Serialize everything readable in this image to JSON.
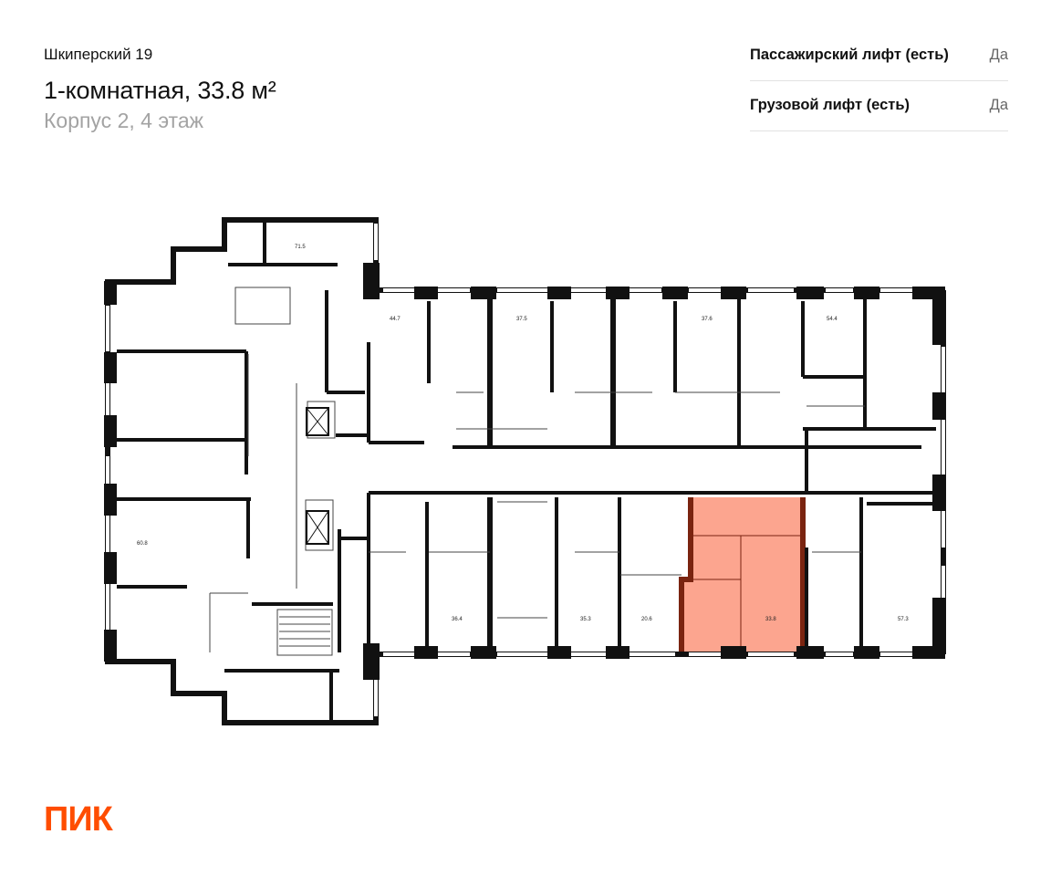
{
  "header": {
    "address": "Шкиперский 19",
    "title": "1-комнатная, 33.8 м²",
    "subtitle": "Корпус 2, 4 этаж"
  },
  "features": [
    {
      "label": "Пассажирский лифт (есть)",
      "value": "Да"
    },
    {
      "label": "Грузовой лифт (есть)",
      "value": "Да"
    }
  ],
  "floorplan": {
    "room_labels": [
      "71.5",
      "44.7",
      "37.5",
      "37.6",
      "54.4",
      "60.8",
      "36.4",
      "35.3",
      "20.6",
      "33.8",
      "57.3"
    ],
    "highlight_color": "#fca58f",
    "highlight_border": "#7a2410",
    "wall_color": "#111111"
  },
  "brand": {
    "logo": "ПИК",
    "color": "#ff4d00"
  }
}
